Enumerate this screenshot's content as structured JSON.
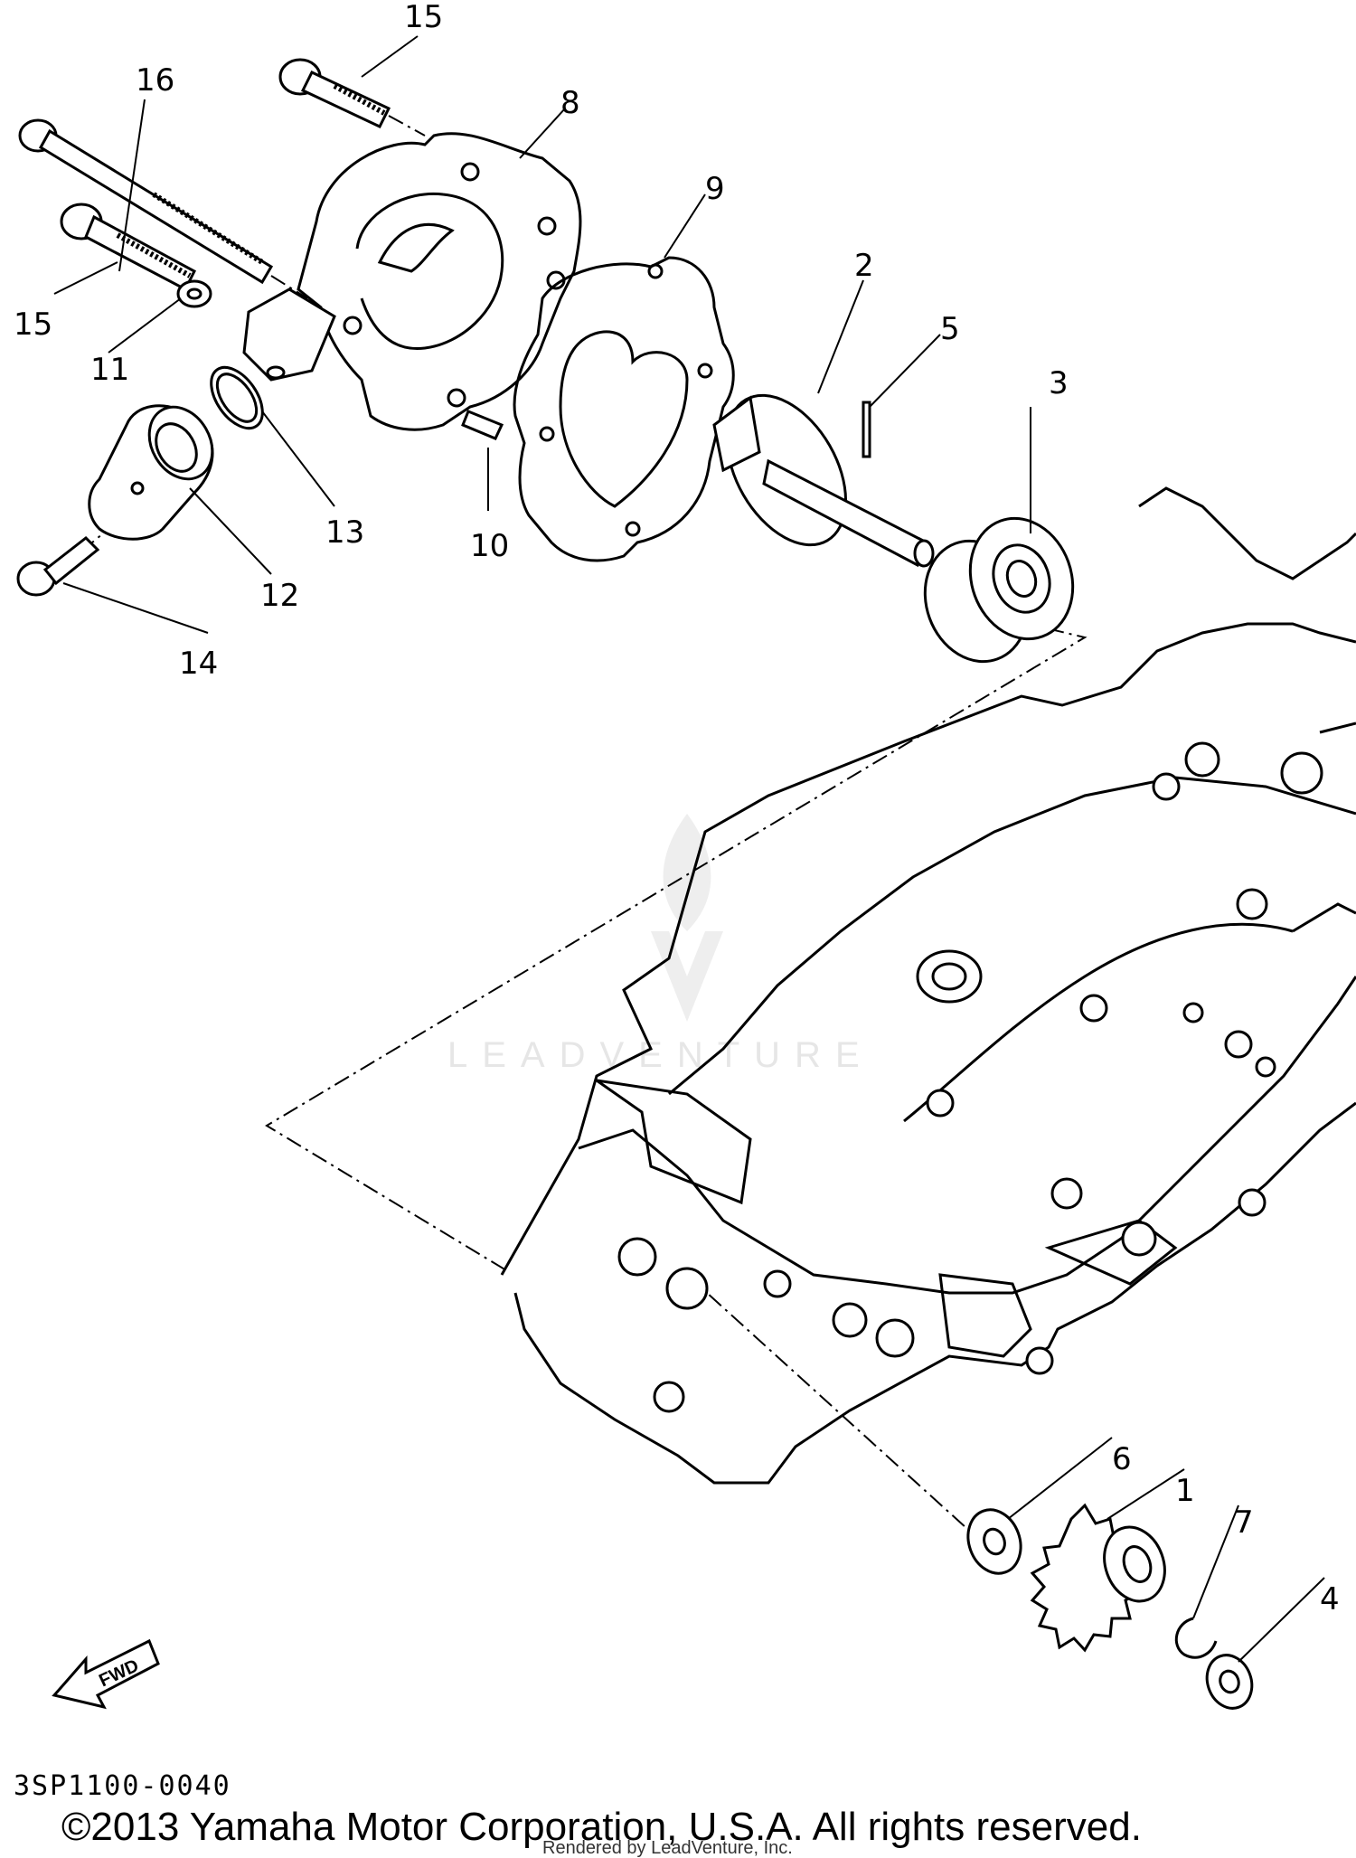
{
  "watermark": "LEADVENTURE",
  "diagram_code": "3SP1100-0040",
  "copyright": "©2013 Yamaha Motor Corporation, U.S.A. All rights reserved.",
  "rendered_by": "Rendered by LeadVenture, Inc.",
  "fwd_label": "FWD",
  "callouts": {
    "c1": "1",
    "c2": "2",
    "c3": "3",
    "c4": "4",
    "c5": "5",
    "c6": "6",
    "c7": "7",
    "c8": "8",
    "c9": "9",
    "c10": "10",
    "c11": "11",
    "c12": "12",
    "c13": "13",
    "c14": "14",
    "c15a": "15",
    "c15b": "15",
    "c16": "16"
  }
}
